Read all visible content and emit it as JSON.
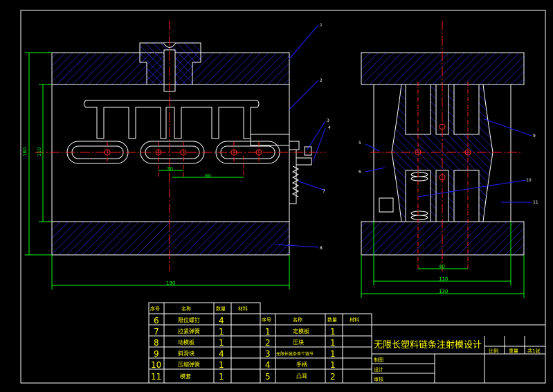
{
  "drawing": {
    "title": "无限长塑料链条注射模设计",
    "title_block": {
      "labels": [
        "比例",
        "重量",
        "共1张"
      ],
      "left_labels": [
        "制图",
        "设计",
        "审核"
      ]
    },
    "callouts": [
      "1",
      "2",
      "3",
      "4",
      "5",
      "6",
      "7",
      "8",
      "9",
      "10",
      "11"
    ],
    "dims": {
      "d30": "30",
      "d60": "60",
      "d110_left": "110",
      "d160": "160",
      "d190": "190",
      "d40": "40",
      "d110_right": "110",
      "d130": "130"
    }
  },
  "bom": {
    "headers": [
      "序号",
      "名称",
      "数量",
      "材料"
    ],
    "left_rows": [
      {
        "no": "6",
        "name": "限位螺钉",
        "qty": "4"
      },
      {
        "no": "7",
        "name": "拉紧弹簧",
        "qty": "1"
      },
      {
        "no": "8",
        "name": "动模板",
        "qty": "1"
      },
      {
        "no": "9",
        "name": "斜滑块",
        "qty": "4"
      },
      {
        "no": "10",
        "name": "压缩弹簧",
        "qty": "1"
      },
      {
        "no": "11",
        "name": "模套",
        "qty": "1"
      }
    ],
    "right_rows": [
      {
        "no": "1",
        "name": "定模板",
        "qty": "1"
      },
      {
        "no": "2",
        "name": "压块",
        "qty": "1"
      },
      {
        "no": "3",
        "name": "无限长链条首个链节",
        "qty": "1"
      },
      {
        "no": "4",
        "name": "手柄",
        "qty": "1"
      },
      {
        "no": "5",
        "name": "凸耳",
        "qty": "2"
      }
    ]
  },
  "colors": {
    "background": "#000000",
    "outline": "#ffffff",
    "center_line": "#ff0000",
    "hatch": "#0000ff",
    "dimension": "#00ff00",
    "table_text": "#ffff00",
    "leader": "#0000ff"
  }
}
